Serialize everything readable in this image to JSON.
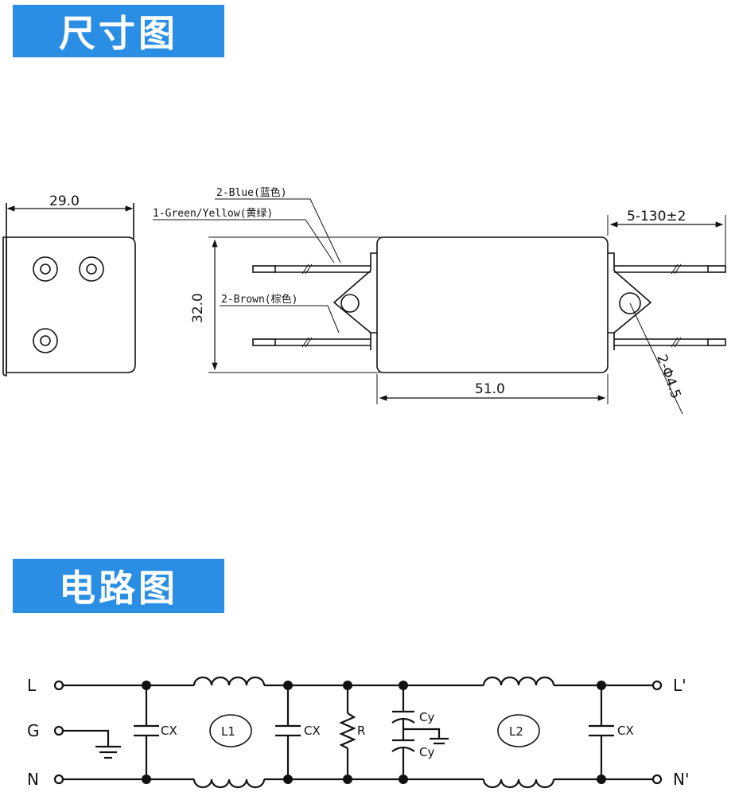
{
  "banners": {
    "dimension": "尺寸图",
    "circuit": "电路图"
  },
  "dimension_drawing": {
    "width_label": "29.0",
    "height_label": "32.0",
    "length_label": "51.0",
    "lead_length_label": "5-130±2",
    "hole_label": "2-Φ4.5",
    "wire_blue": "2-Blue(蓝色)",
    "wire_green": "1-Green/Yellow(黄绿)",
    "wire_brown": "2-Brown(棕色)"
  },
  "circuit_diagram": {
    "terminals": {
      "L_in": "L",
      "G": "G",
      "N_in": "N",
      "L_out": "L'",
      "N_out": "N'"
    },
    "components": {
      "cx1": "CX",
      "l1": "L1",
      "cx2": "CX",
      "r": "R",
      "cy1": "Cy",
      "cy2": "Cy",
      "l2": "L2",
      "cx3": "CX"
    }
  }
}
